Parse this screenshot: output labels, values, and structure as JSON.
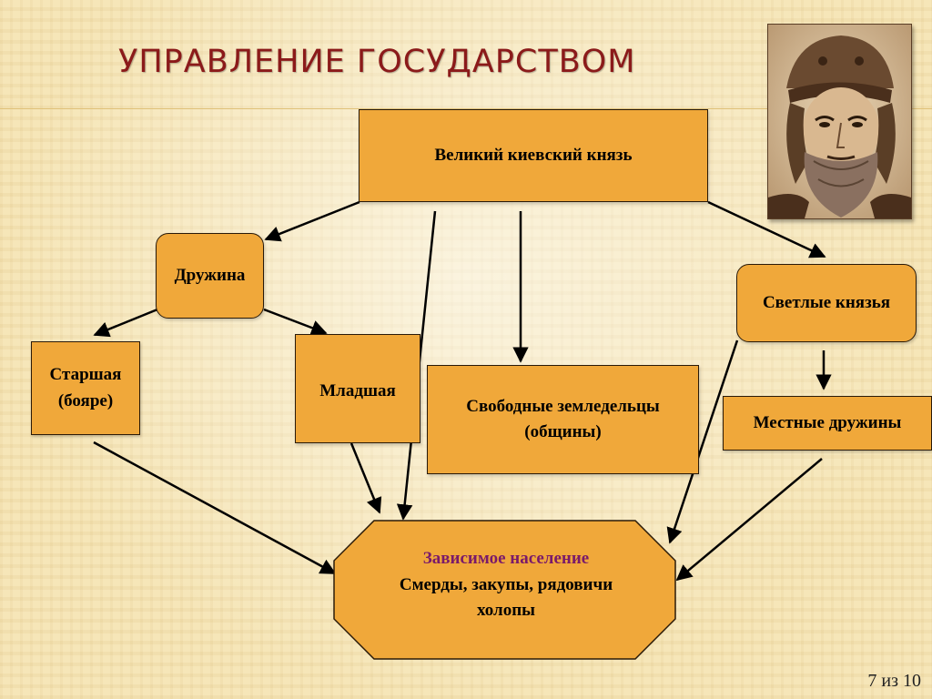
{
  "slide": {
    "title": "Управление государством",
    "page_number": "7 из 10"
  },
  "nodes": {
    "grand_prince": "Великий киевский князь",
    "druzhina": "Дружина",
    "senior": [
      "Старшая",
      "(бояре)"
    ],
    "junior": "Младшая",
    "free_farmers": [
      "Свободные земледельцы",
      "(общины)"
    ],
    "bright_princes": "Светлые князья",
    "local_druzhinas": "Местные дружины",
    "dependent": {
      "heading": "Зависимое население",
      "line1": "Смерды, закупы, рядовичи",
      "line2": "холопы"
    }
  },
  "colors": {
    "box_fill": "#f0a83a",
    "title": "#8b1a1a",
    "dependent_heading": "#7a1a6a"
  }
}
